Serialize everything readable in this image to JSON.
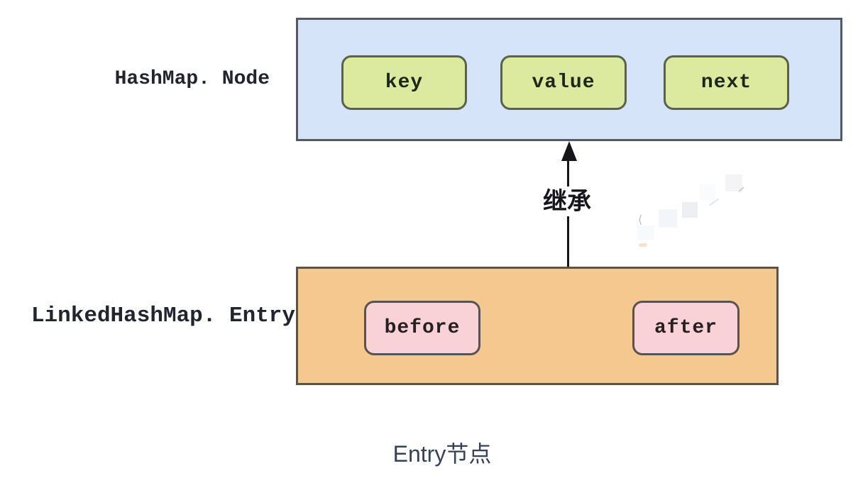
{
  "diagram": {
    "parent_class": {
      "label": "HashMap. Node",
      "fields": [
        "key",
        "value",
        "next"
      ],
      "box_fill": "#d5e4f8",
      "field_fill": "#dcea9f"
    },
    "child_class": {
      "label": "LinkedHashMap. Entry",
      "fields": [
        "before",
        "after"
      ],
      "box_fill": "#f5c88f",
      "field_fill": "#f8d2d6"
    },
    "relation": {
      "type": "inheritance",
      "label": "继承",
      "arrow_color": "#15151a"
    },
    "caption": "Entry节点",
    "caption_color": "#364257",
    "border_color": "#525a62",
    "background": "#ffffff"
  }
}
